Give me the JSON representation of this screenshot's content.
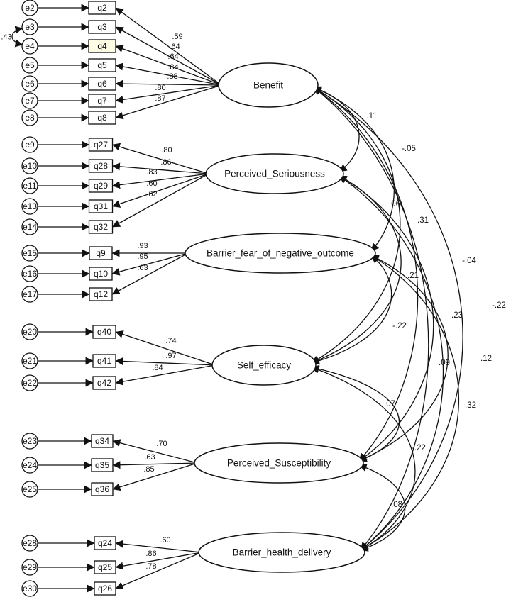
{
  "latents": [
    {
      "id": "benefit",
      "label": "Benefit"
    },
    {
      "id": "seriousness",
      "label": "Perceived_Seriousness"
    },
    {
      "id": "barrier_fear",
      "label": "Barrier_fear_of_negative_outcome"
    },
    {
      "id": "self_efficacy",
      "label": "Self_efficacy"
    },
    {
      "id": "susceptibility",
      "label": "Perceived_Susceptibility"
    },
    {
      "id": "barrier_health",
      "label": "Barrier_health_delivery"
    }
  ],
  "indicators": [
    {
      "id": "q2",
      "error": "e2",
      "latent": "benefit",
      "loading": ".59"
    },
    {
      "id": "q3",
      "error": "e3",
      "latent": "benefit",
      "loading": ".64"
    },
    {
      "id": "q4",
      "error": "e4",
      "latent": "benefit",
      "loading": ".64"
    },
    {
      "id": "q5",
      "error": "e5",
      "latent": "benefit",
      "loading": ".84"
    },
    {
      "id": "q6",
      "error": "e6",
      "latent": "benefit",
      "loading": ".88"
    },
    {
      "id": "q7",
      "error": "e7",
      "latent": "benefit",
      "loading": ".80"
    },
    {
      "id": "q8",
      "error": "e8",
      "latent": "benefit",
      "loading": ".87"
    },
    {
      "id": "q27",
      "error": "e9",
      "latent": "seriousness",
      "loading": ".80"
    },
    {
      "id": "q28",
      "error": "e10",
      "latent": "seriousness",
      "loading": ".86"
    },
    {
      "id": "q29",
      "error": "e11",
      "latent": "seriousness",
      "loading": ".83"
    },
    {
      "id": "q31",
      "error": "e13",
      "latent": "seriousness",
      "loading": ".60"
    },
    {
      "id": "q32",
      "error": "e14",
      "latent": "seriousness",
      "loading": ".62"
    },
    {
      "id": "q9",
      "error": "e15",
      "latent": "barrier_fear",
      "loading": ".93"
    },
    {
      "id": "q10",
      "error": "e16",
      "latent": "barrier_fear",
      "loading": ".95"
    },
    {
      "id": "q12",
      "error": "e17",
      "latent": "barrier_fear",
      "loading": ".63"
    },
    {
      "id": "q40",
      "error": "e20",
      "latent": "self_efficacy",
      "loading": ".74"
    },
    {
      "id": "q41",
      "error": "e21",
      "latent": "self_efficacy",
      "loading": ".97"
    },
    {
      "id": "q42",
      "error": "e22",
      "latent": "self_efficacy",
      "loading": ".84"
    },
    {
      "id": "q34",
      "error": "e23",
      "latent": "susceptibility",
      "loading": ".70"
    },
    {
      "id": "q35",
      "error": "e24",
      "latent": "susceptibility",
      "loading": ".63"
    },
    {
      "id": "q36",
      "error": "e25",
      "latent": "susceptibility",
      "loading": ".85"
    },
    {
      "id": "q24",
      "error": "e28",
      "latent": "barrier_health",
      "loading": ".60"
    },
    {
      "id": "q25",
      "error": "e29",
      "latent": "barrier_health",
      "loading": ".86"
    },
    {
      "id": "q26",
      "error": "e30",
      "latent": "barrier_health",
      "loading": ".78"
    }
  ],
  "error_covariances": [
    {
      "from": "e3",
      "to": "e4",
      "value": ".43"
    }
  ],
  "latent_covariances": [
    {
      "from": "benefit",
      "to": "seriousness",
      "value": ".11"
    },
    {
      "from": "benefit",
      "to": "barrier_fear",
      "value": ".06"
    },
    {
      "from": "benefit",
      "to": "self_efficacy",
      "value": ".31"
    },
    {
      "from": "benefit",
      "to": "susceptibility",
      "value": "-.05"
    },
    {
      "from": "benefit",
      "to": "barrier_health",
      "value": "-.04"
    },
    {
      "from": "seriousness",
      "to": "self_efficacy",
      "value": ".21"
    },
    {
      "from": "seriousness",
      "to": "susceptibility",
      "value": ".23"
    },
    {
      "from": "seriousness",
      "to": "barrier_health",
      "value": "-.22"
    },
    {
      "from": "barrier_fear",
      "to": "self_efficacy",
      "value": "-.22"
    },
    {
      "from": "barrier_fear",
      "to": "susceptibility",
      "value": ".09"
    },
    {
      "from": "barrier_fear",
      "to": "barrier_health",
      "value": ".12"
    },
    {
      "from": "self_efficacy",
      "to": "susceptibility",
      "value": ".07"
    },
    {
      "from": "self_efficacy",
      "to": "barrier_health",
      "value": "-.22"
    },
    {
      "from": "susceptibility",
      "to": "barrier_health",
      "value": ".08"
    },
    {
      "from": "benefit",
      "to": "barrier_health",
      "value": ".32"
    }
  ],
  "colors": {
    "stroke": "#111111",
    "background": "#ffffff",
    "highlight_box": "#fdfde6"
  }
}
